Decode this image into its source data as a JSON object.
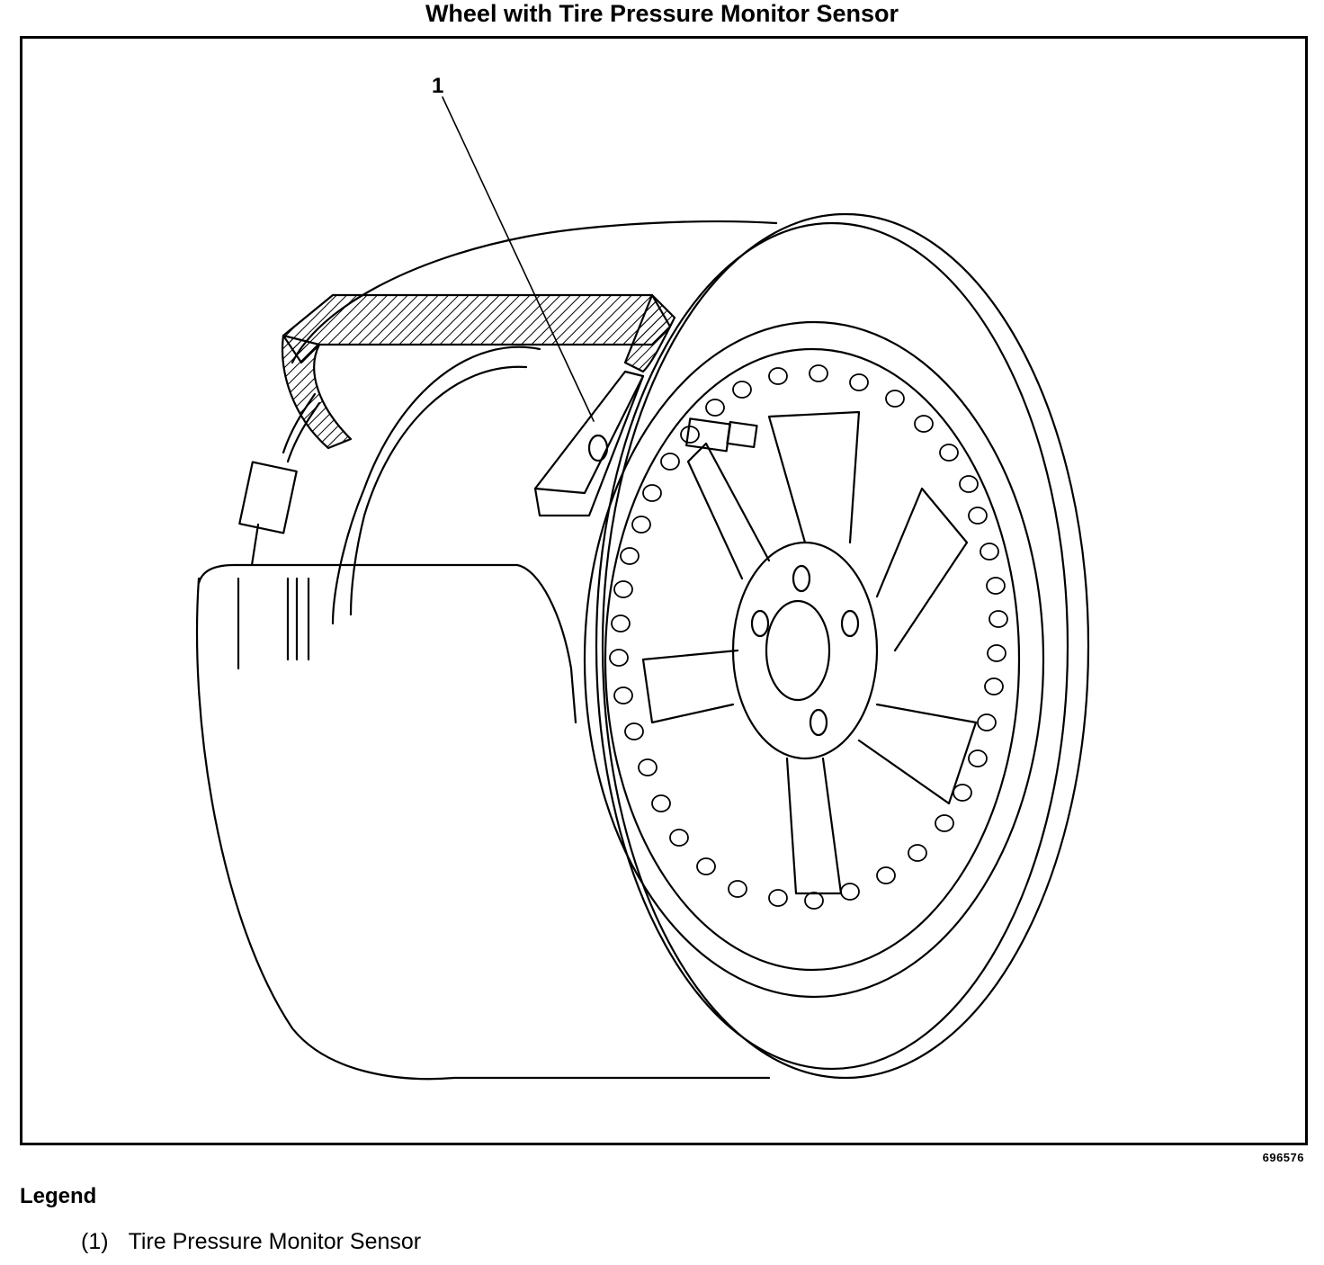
{
  "figure": {
    "title": "Wheel with Tire Pressure Monitor Sensor",
    "figure_id": "696576",
    "callouts": [
      {
        "number": "1"
      }
    ]
  },
  "legend": {
    "heading": "Legend",
    "items": [
      {
        "number": "(1)",
        "label": "Tire Pressure Monitor Sensor"
      }
    ]
  },
  "icons": [
    "wheel-illustration",
    "leader-line"
  ]
}
